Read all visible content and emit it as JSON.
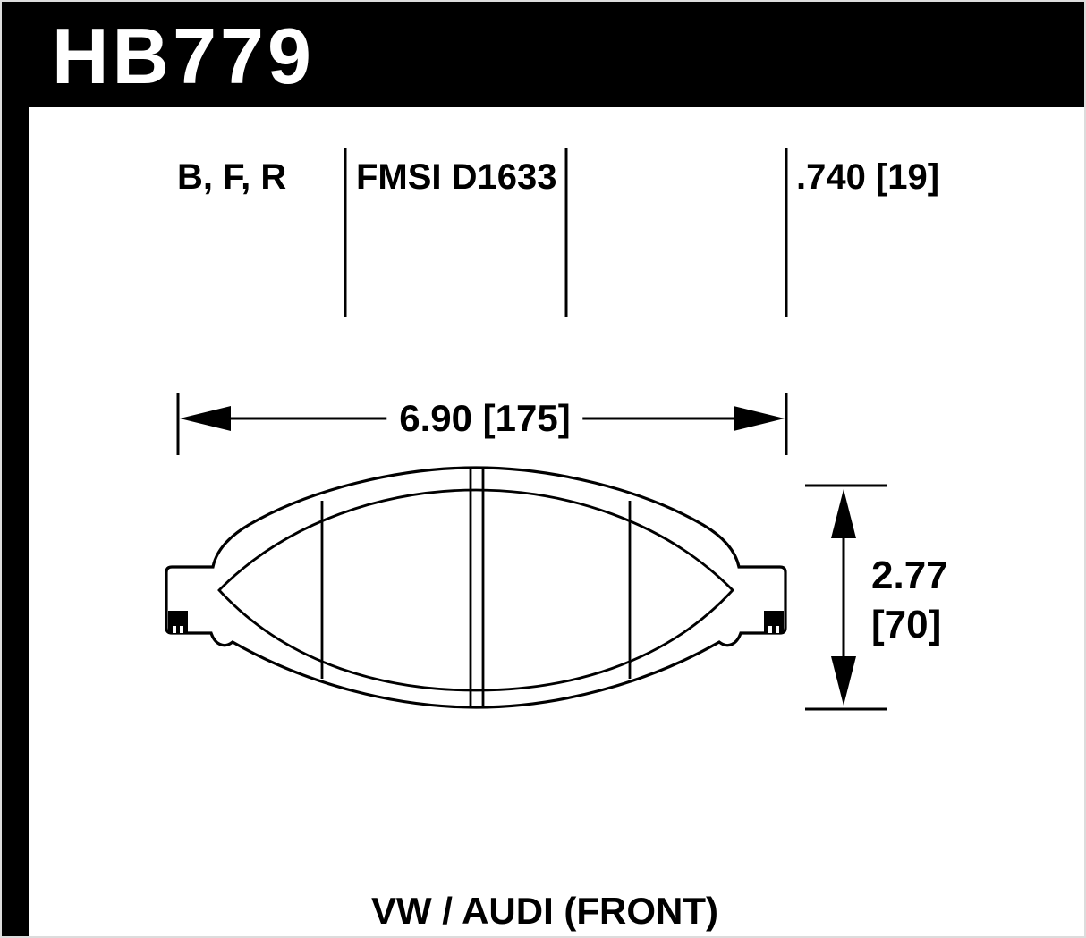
{
  "colors": {
    "ink": "#000000",
    "paper": "#ffffff",
    "bar_bg": "#000000",
    "bar_text": "#ffffff"
  },
  "header": {
    "part_number": "HB779"
  },
  "specs": {
    "compounds": "B, F, R",
    "fmsi": "FMSI D1633",
    "thickness": ".740 [19]"
  },
  "dimensions": {
    "width": "6.90 [175]",
    "height_in": "2.77",
    "height_mm": "[70]"
  },
  "footer": {
    "application": "VW / AUDI (FRONT)"
  },
  "drawing": {
    "subject": "brake-pad-front-view"
  }
}
